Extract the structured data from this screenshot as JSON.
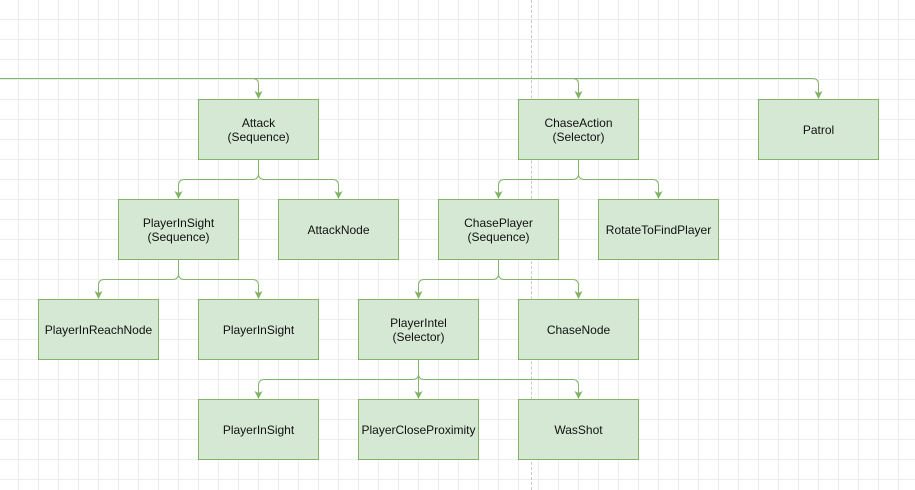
{
  "diagram": {
    "colors": {
      "node_fill": "#d5e8d4",
      "node_stroke": "#82b366",
      "edge": "#82b366",
      "grid": "#ececec",
      "background": "#ffffff"
    },
    "nodes": [
      {
        "id": "attack",
        "label": "Attack",
        "sublabel": "(Sequence)"
      },
      {
        "id": "chase-action",
        "label": "ChaseAction",
        "sublabel": "(Selector)"
      },
      {
        "id": "patrol",
        "label": "Patrol"
      },
      {
        "id": "player-in-sight-seq",
        "label": "PlayerInSight",
        "sublabel": "(Sequence)"
      },
      {
        "id": "attack-node",
        "label": "AttackNode"
      },
      {
        "id": "chase-player",
        "label": "ChasePlayer",
        "sublabel": "(Sequence)"
      },
      {
        "id": "rotate-to-find-player",
        "label": "RotateToFindPlayer"
      },
      {
        "id": "player-in-reach-node",
        "label": "PlayerInReachNode"
      },
      {
        "id": "player-in-sight-1",
        "label": "PlayerInSight"
      },
      {
        "id": "player-intel",
        "label": "PlayerIntel",
        "sublabel": "(Selector)"
      },
      {
        "id": "chase-node",
        "label": "ChaseNode"
      },
      {
        "id": "player-in-sight-2",
        "label": "PlayerInSight"
      },
      {
        "id": "player-close-proximity",
        "label": "PlayerCloseProximity"
      },
      {
        "id": "was-shot",
        "label": "WasShot"
      }
    ],
    "edges": [
      {
        "from": "root",
        "to": "attack"
      },
      {
        "from": "root",
        "to": "chase-action"
      },
      {
        "from": "root",
        "to": "patrol"
      },
      {
        "from": "attack",
        "to": "player-in-sight-seq"
      },
      {
        "from": "attack",
        "to": "attack-node"
      },
      {
        "from": "chase-action",
        "to": "chase-player"
      },
      {
        "from": "chase-action",
        "to": "rotate-to-find-player"
      },
      {
        "from": "player-in-sight-seq",
        "to": "player-in-reach-node"
      },
      {
        "from": "player-in-sight-seq",
        "to": "player-in-sight-1"
      },
      {
        "from": "chase-player",
        "to": "player-intel"
      },
      {
        "from": "chase-player",
        "to": "chase-node"
      },
      {
        "from": "player-intel",
        "to": "player-in-sight-2"
      },
      {
        "from": "player-intel",
        "to": "player-close-proximity"
      },
      {
        "from": "player-intel",
        "to": "was-shot"
      }
    ]
  }
}
